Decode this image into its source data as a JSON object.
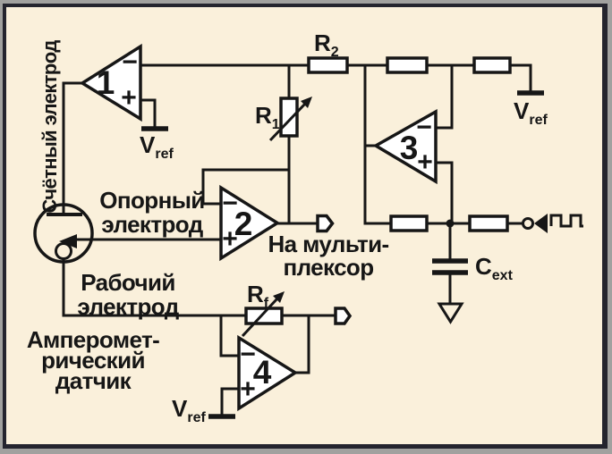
{
  "colors": {
    "background": "#faf0db",
    "frame": "#24242e",
    "outer_edge": "#a1a19f",
    "line": "#161616",
    "component_fill": "#ffffff"
  },
  "labels": {
    "counter_electrode": "Счётный электрод",
    "reference_electrode": {
      "line1": "Опорный",
      "line2": "электрод"
    },
    "working_electrode": {
      "line1": "Рабочий",
      "line2": "электрод"
    },
    "sensor": {
      "line1": "Амперомет-",
      "line2": "рический",
      "line3": "датчик"
    },
    "multiplexer": {
      "line1": "На мульти-",
      "line2": "плексор"
    }
  },
  "designators": {
    "r1": {
      "main": "R",
      "sub": "1"
    },
    "r2": {
      "main": "R",
      "sub": "2"
    },
    "rf": {
      "main": "R",
      "sub": "f"
    },
    "cext": {
      "main": "C",
      "sub": "ext"
    },
    "vref": {
      "main": "V",
      "sub": "ref"
    }
  },
  "opamps": {
    "one": "1",
    "two": "2",
    "three": "3",
    "four": "4"
  },
  "signs": {
    "minus": "−",
    "plus": "+"
  }
}
